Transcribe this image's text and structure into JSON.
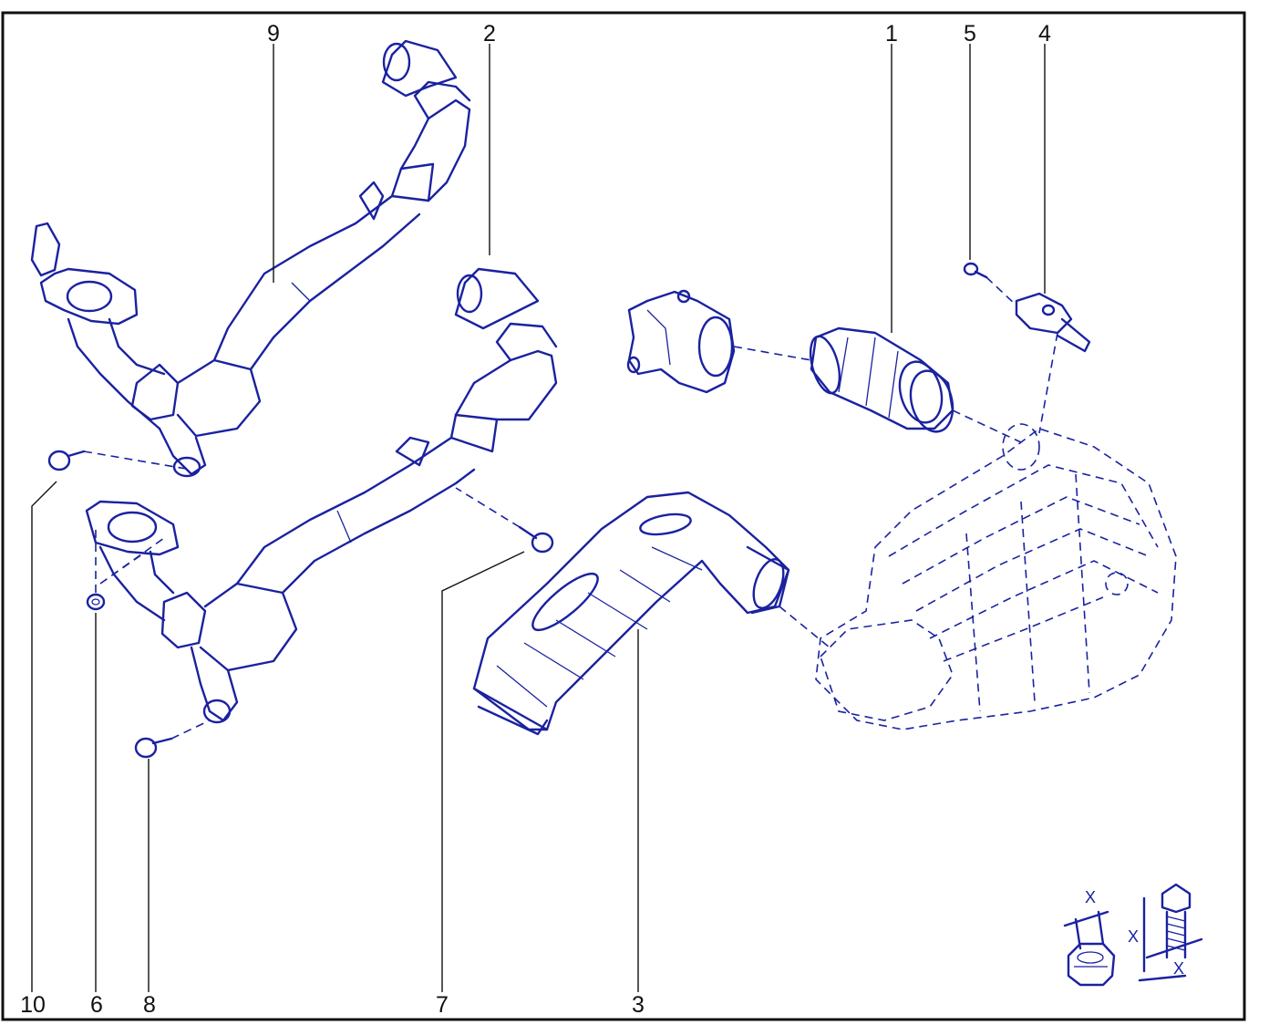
{
  "colors": {
    "line_art": "#1a22a0",
    "frame": "#111111",
    "background": "#ffffff"
  },
  "callouts": [
    {
      "id": "9",
      "label": "9"
    },
    {
      "id": "2",
      "label": "2"
    },
    {
      "id": "1",
      "label": "1"
    },
    {
      "id": "5",
      "label": "5"
    },
    {
      "id": "4",
      "label": "4"
    },
    {
      "id": "10",
      "label": "10"
    },
    {
      "id": "6",
      "label": "6"
    },
    {
      "id": "8",
      "label": "8"
    },
    {
      "id": "7",
      "label": "7"
    },
    {
      "id": "3",
      "label": "3"
    }
  ],
  "legend": {
    "marks": [
      "X",
      "X",
      "X"
    ]
  }
}
